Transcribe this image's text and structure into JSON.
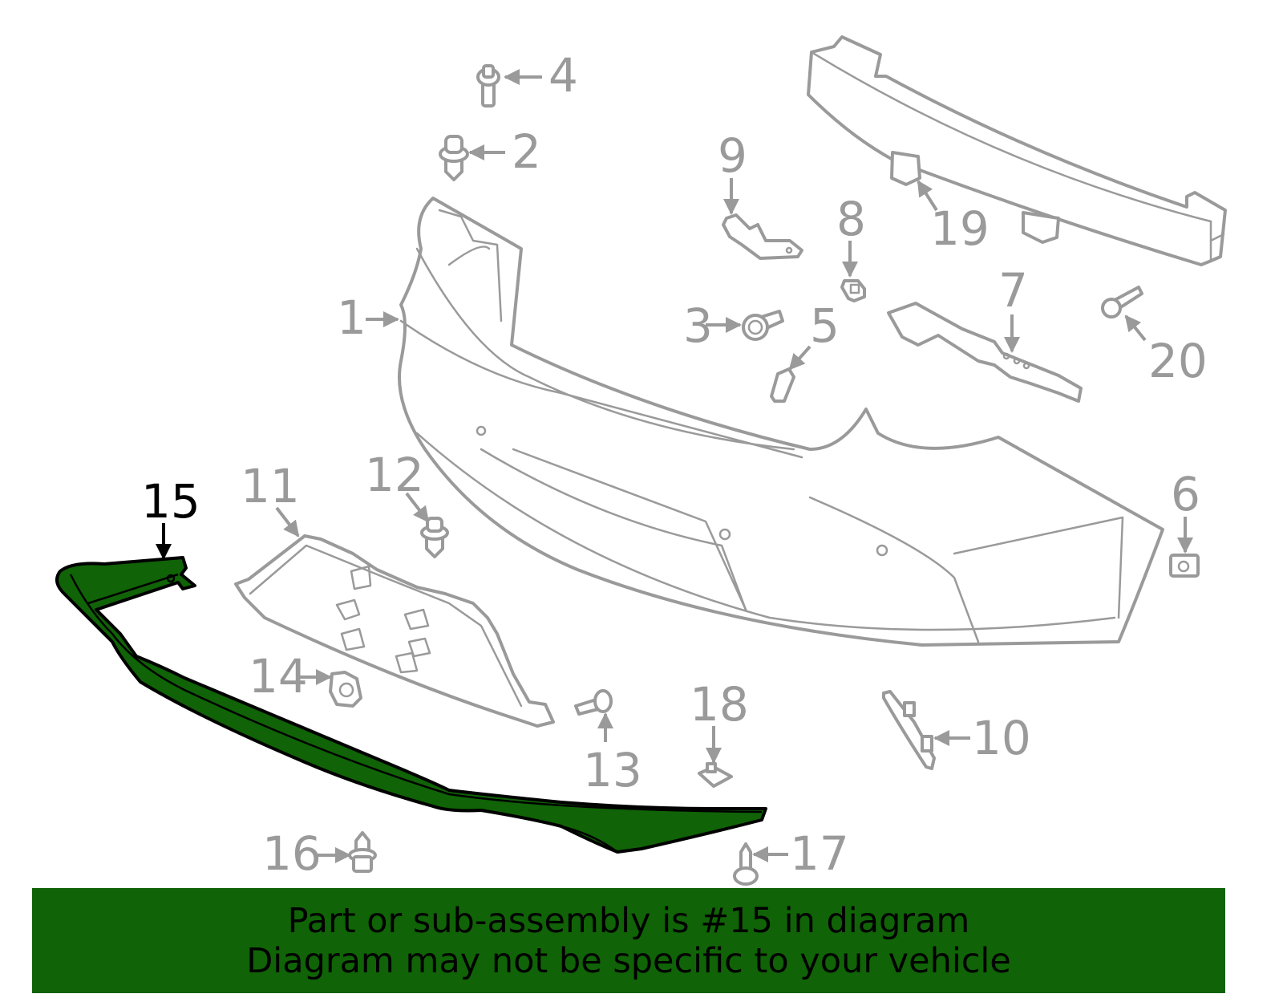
{
  "diagram": {
    "highlighted_part": "15",
    "highlight_color": "#106306",
    "part_line_color": "#9a9a9a",
    "callouts": [
      {
        "id": "1",
        "label": "1",
        "part": "bumper-cover"
      },
      {
        "id": "2",
        "label": "2",
        "part": "push-clip"
      },
      {
        "id": "3",
        "label": "3",
        "part": "bolt"
      },
      {
        "id": "4",
        "label": "4",
        "part": "flange-bolt"
      },
      {
        "id": "5",
        "label": "5",
        "part": "retainer"
      },
      {
        "id": "6",
        "label": "6",
        "part": "clip-nut"
      },
      {
        "id": "7",
        "label": "7",
        "part": "side-bracket-right"
      },
      {
        "id": "8",
        "label": "8",
        "part": "clip"
      },
      {
        "id": "9",
        "label": "9",
        "part": "side-bracket-left"
      },
      {
        "id": "10",
        "label": "10",
        "part": "reflector"
      },
      {
        "id": "11",
        "label": "11",
        "part": "lower-grille-bracket"
      },
      {
        "id": "12",
        "label": "12",
        "part": "push-clip"
      },
      {
        "id": "13",
        "label": "13",
        "part": "screw"
      },
      {
        "id": "14",
        "label": "14",
        "part": "clip-nut"
      },
      {
        "id": "15",
        "label": "15",
        "part": "lower-valance-spoiler"
      },
      {
        "id": "16",
        "label": "16",
        "part": "push-clip"
      },
      {
        "id": "17",
        "label": "17",
        "part": "tapping-screw"
      },
      {
        "id": "18",
        "label": "18",
        "part": "speed-nut"
      },
      {
        "id": "19",
        "label": "19",
        "part": "impact-bar-bracket"
      },
      {
        "id": "20",
        "label": "20",
        "part": "bolt"
      }
    ]
  },
  "banner": {
    "line1": "Part or sub-assembly is #15 in diagram",
    "line2": "Diagram may not be specific to your vehicle",
    "background": "#106306"
  }
}
